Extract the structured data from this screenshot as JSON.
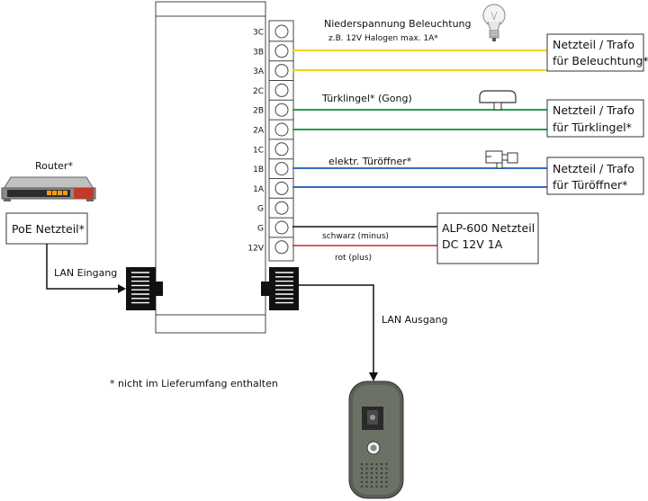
{
  "terminals": [
    "3C",
    "3B",
    "3A",
    "2C",
    "2B",
    "2A",
    "1C",
    "1B",
    "1A",
    "G",
    "G",
    "12V"
  ],
  "wires": {
    "lighting": {
      "label_line1": "Niederspannung Beleuchtung",
      "label_line2": "z.B. 12V Halogen max. 1A*",
      "color": "#f2d21a"
    },
    "doorbell": {
      "label": "Türklingel* (Gong)",
      "color": "#23a046"
    },
    "opener": {
      "label": "elektr. Türöffner*",
      "color": "#2f6dc4"
    },
    "power_black": {
      "label": "schwarz (minus)",
      "color": "#111111"
    },
    "power_red": {
      "label": "rot (plus)",
      "color": "#c62828"
    }
  },
  "boxes": {
    "lighting_psu": [
      "Netzteil / Trafo",
      "für Beleuchtung*"
    ],
    "doorbell_psu": [
      "Netzteil / Trafo",
      "für Türklingel*"
    ],
    "opener_psu": [
      "Netzteil / Trafo",
      "für Türöffner*"
    ],
    "alp_psu": [
      "ALP-600 Netzteil",
      "DC 12V 1A"
    ],
    "poe": "PoE Netzteil*"
  },
  "labels": {
    "router": "Router*",
    "lan_in": "LAN Eingang",
    "lan_out": "LAN Ausgang",
    "footnote": "* nicht im Lieferumfang enthalten"
  },
  "icons": [
    "light-bulb-icon",
    "gong-icon",
    "door-opener-icon",
    "router-icon",
    "rj45-port-icon",
    "camera-doorbell-icon"
  ]
}
